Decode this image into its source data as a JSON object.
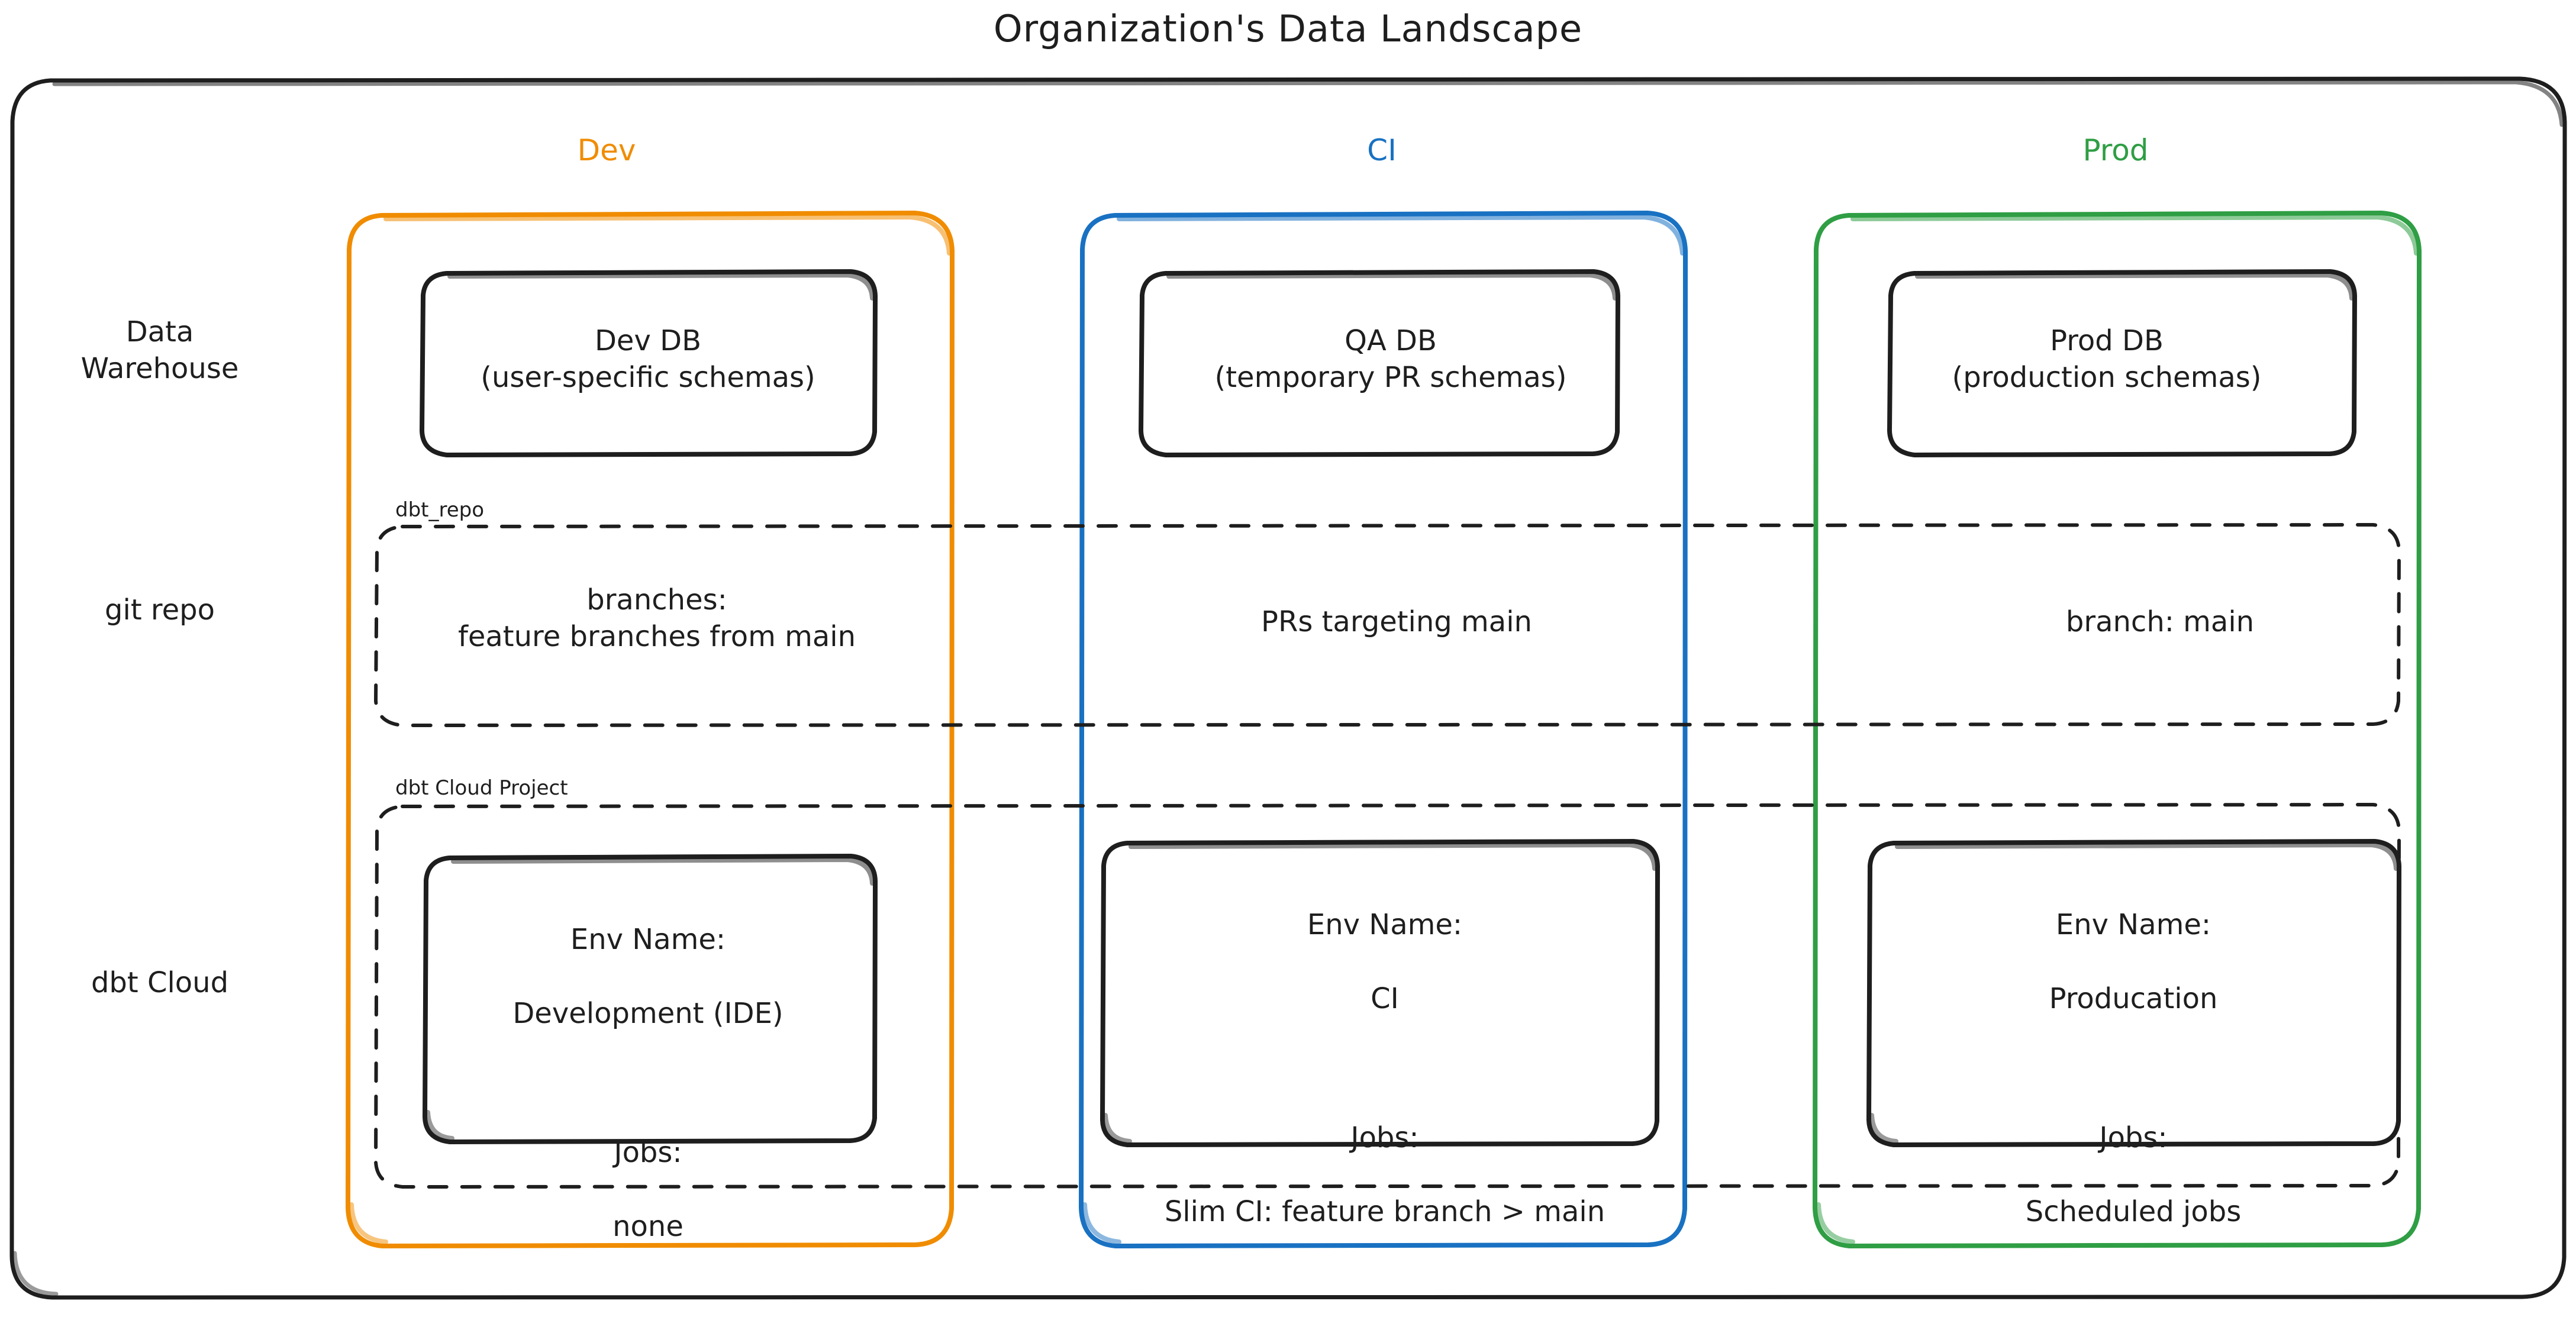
{
  "diagram": {
    "title": "Organization's Data Landscape",
    "style": "hand-drawn",
    "colors": {
      "dev": "#f08c00",
      "ci": "#1971c2",
      "prod": "#2f9e44",
      "stroke": "#1e1e1e",
      "background": "#ffffff"
    }
  },
  "columns": [
    {
      "id": "dev",
      "label": "Dev",
      "color": "#f08c00"
    },
    {
      "id": "ci",
      "label": "CI",
      "color": "#1971c2"
    },
    {
      "id": "prod",
      "label": "Prod",
      "color": "#2f9e44"
    }
  ],
  "rows": [
    {
      "id": "warehouse",
      "label": "Data\nWarehouse"
    },
    {
      "id": "git",
      "label": "git repo"
    },
    {
      "id": "dbtcloud",
      "label": "dbt Cloud"
    }
  ],
  "groups": [
    {
      "id": "dbt-repo",
      "label": "dbt_repo"
    },
    {
      "id": "dbt-project",
      "label": "dbt Cloud Project"
    }
  ],
  "nodes": {
    "warehouse": {
      "dev": "Dev DB\n(user-specific schemas)",
      "ci": "QA DB\n(temporary PR schemas)",
      "prod": "Prod DB\n(production schemas)"
    },
    "git": {
      "dev": "branches:\nfeature branches from main",
      "ci": "PRs targeting main",
      "prod": "branch: main"
    },
    "dbtcloud": {
      "dev": {
        "env_name_label": "Env Name:",
        "env_name_value": "Development (IDE)",
        "jobs_label": "Jobs:",
        "jobs_value": "none"
      },
      "ci": {
        "env_name_label": "Env Name:",
        "env_name_value": "CI",
        "jobs_label": "Jobs:",
        "jobs_value": "Slim CI: feature branch > main"
      },
      "prod": {
        "env_name_label": "Env Name:",
        "env_name_value": "Producation",
        "jobs_label": "Jobs:",
        "jobs_value": "Scheduled jobs"
      }
    }
  }
}
